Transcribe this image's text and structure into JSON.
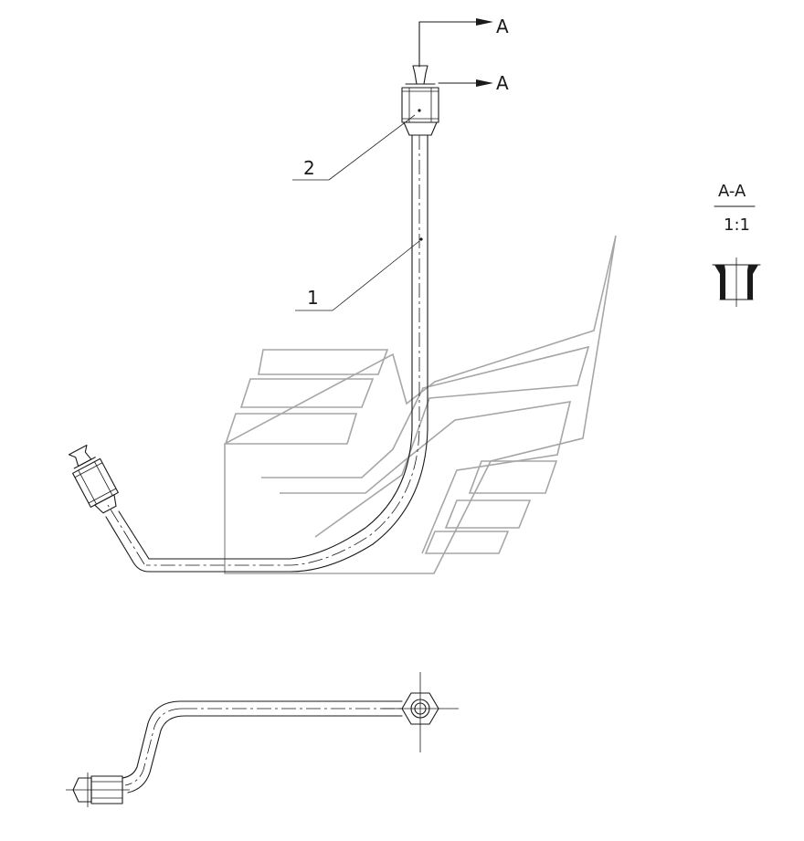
{
  "labels": {
    "section_mark_top": "A",
    "section_mark_bottom": "A",
    "part_1": "1",
    "part_2": "2",
    "section_title": "A-A",
    "section_scale": "1:1"
  },
  "colors": {
    "line": "#1a1a1a",
    "watermark": "#a6a6a6",
    "background": "#ffffff"
  }
}
